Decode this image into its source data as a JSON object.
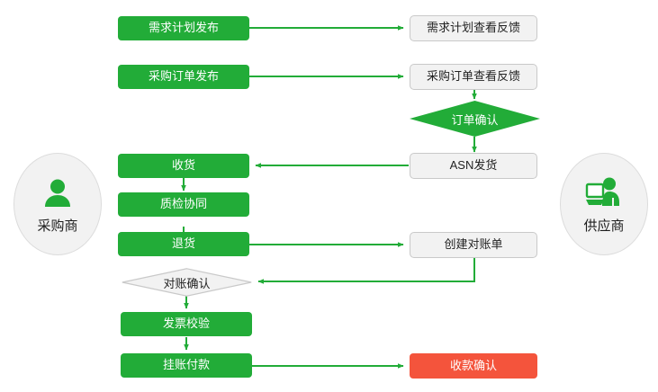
{
  "diagram": {
    "title_visible": false,
    "colors": {
      "green": "#22ac38",
      "orange": "#f4543c",
      "gray_box": "#f2f2f2",
      "gray_border": "#c9c9c9",
      "edge": "#22ac38",
      "text_dark": "#222222",
      "text_light": "#ffffff"
    },
    "actors": [
      {
        "id": "buyer",
        "label": "采购商",
        "icon": "person-icon",
        "side": "left"
      },
      {
        "id": "supplier",
        "label": "供应商",
        "icon": "person-at-computer-icon",
        "side": "right"
      }
    ],
    "nodes": [
      {
        "id": "demand-plan-publish",
        "label": "需求计划发布",
        "shape": "rect",
        "style": "green"
      },
      {
        "id": "demand-plan-feedback",
        "label": "需求计划查看反馈",
        "shape": "rect",
        "style": "gray"
      },
      {
        "id": "po-publish",
        "label": "采购订单发布",
        "shape": "rect",
        "style": "green"
      },
      {
        "id": "po-feedback",
        "label": "采购订单查看反馈",
        "shape": "rect",
        "style": "gray"
      },
      {
        "id": "order-confirm",
        "label": "订单确认",
        "shape": "diamond",
        "style": "green"
      },
      {
        "id": "asn-shipment",
        "label": "ASN发货",
        "shape": "rect",
        "style": "gray"
      },
      {
        "id": "goods-receipt",
        "label": "收货",
        "shape": "rect",
        "style": "green"
      },
      {
        "id": "quality-collab",
        "label": "质检协同",
        "shape": "rect",
        "style": "green"
      },
      {
        "id": "return-goods",
        "label": "退货",
        "shape": "rect",
        "style": "green"
      },
      {
        "id": "create-statement",
        "label": "创建对账单",
        "shape": "rect",
        "style": "gray"
      },
      {
        "id": "statement-confirm",
        "label": "对账确认",
        "shape": "diamond",
        "style": "white"
      },
      {
        "id": "invoice-verify",
        "label": "发票校验",
        "shape": "rect",
        "style": "green"
      },
      {
        "id": "payable-payment",
        "label": "挂账付款",
        "shape": "rect",
        "style": "green"
      },
      {
        "id": "receipt-confirm",
        "label": "收款确认",
        "shape": "rect",
        "style": "orange"
      }
    ],
    "edges": [
      {
        "from": "demand-plan-publish",
        "to": "demand-plan-feedback",
        "direction": "right"
      },
      {
        "from": "po-publish",
        "to": "po-feedback",
        "direction": "right"
      },
      {
        "from": "po-feedback",
        "to": "order-confirm",
        "direction": "down"
      },
      {
        "from": "order-confirm",
        "to": "asn-shipment",
        "direction": "down"
      },
      {
        "from": "asn-shipment",
        "to": "goods-receipt",
        "direction": "left"
      },
      {
        "from": "goods-receipt",
        "to": "quality-collab",
        "direction": "down"
      },
      {
        "from": "quality-collab",
        "to": "return-goods",
        "direction": "down"
      },
      {
        "from": "return-goods",
        "to": "create-statement",
        "direction": "right"
      },
      {
        "from": "create-statement",
        "to": "statement-confirm",
        "direction": "down-left"
      },
      {
        "from": "statement-confirm",
        "to": "invoice-verify",
        "direction": "down"
      },
      {
        "from": "invoice-verify",
        "to": "payable-payment",
        "direction": "down"
      },
      {
        "from": "payable-payment",
        "to": "receipt-confirm",
        "direction": "right"
      }
    ]
  }
}
